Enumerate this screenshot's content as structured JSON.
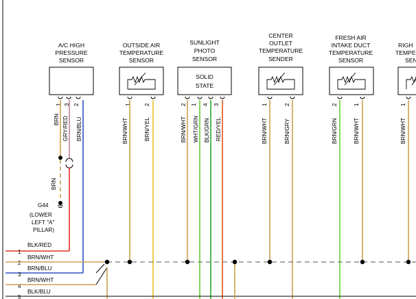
{
  "components": {
    "ac_pressure": {
      "title": [
        "A/C HIGH",
        "PRESSURE",
        "SENSOR"
      ],
      "pins": [
        "1",
        "3",
        "2"
      ],
      "wires": [
        "BRN",
        "GRY/RED",
        "BRN/BLU"
      ]
    },
    "outside_air": {
      "title": [
        "OUTSIDE AIR",
        "TEMPERATURE",
        "SENSOR"
      ],
      "pins": [
        "1",
        "2"
      ],
      "wires": [
        "BRN/WHT",
        "BRN/YEL"
      ]
    },
    "sunlight": {
      "title": [
        "SUNLIGHT",
        "PHOTO",
        "SENSOR"
      ],
      "box_text": [
        "SOLID",
        "STATE"
      ],
      "pins": [
        "2",
        "1",
        "4",
        "3"
      ],
      "wires": [
        "BRN/WHT",
        "WHT/GRN",
        "BLK/GRN",
        "RED/YEL"
      ]
    },
    "center_outlet": {
      "title": [
        "CENTER",
        "OUTLET",
        "TEMPERATURE",
        "SENDER"
      ],
      "pins": [
        "1",
        "2"
      ],
      "wires": [
        "BRN/WHT",
        "BRN/GRY"
      ]
    },
    "fresh_air": {
      "title": [
        "FRESH AIR",
        "INTAKE DUCT",
        "TEMPERATURE",
        "SENSOR"
      ],
      "pins": [
        "2",
        "1"
      ],
      "wires": [
        "BRN/GRN",
        "BRN/WHT"
      ]
    },
    "right_partial": {
      "title": [
        "RIGH",
        "TEMPE",
        "SEN"
      ],
      "pins": [
        "1"
      ],
      "wires": [
        "BRN/WHT"
      ]
    }
  },
  "ground": {
    "wire": "BRN",
    "name": "G44",
    "location": [
      "(LOWER",
      "LEFT \"A\"",
      "PILLAR)"
    ]
  },
  "connector": {
    "pins": [
      "1",
      "2",
      "3",
      "4",
      "5"
    ],
    "wires": [
      "BLK/RED",
      "BRN/WHT",
      "BRN/BLU",
      "BRN/WHT",
      "BLK/BLU"
    ]
  },
  "colors": {
    "brn": "#c8a050",
    "yel": "#e8c020",
    "grn": "#66cc33",
    "red": "#e03020",
    "blu": "#3050c0",
    "blk": "#333333",
    "dashed_bus": "#777777"
  }
}
